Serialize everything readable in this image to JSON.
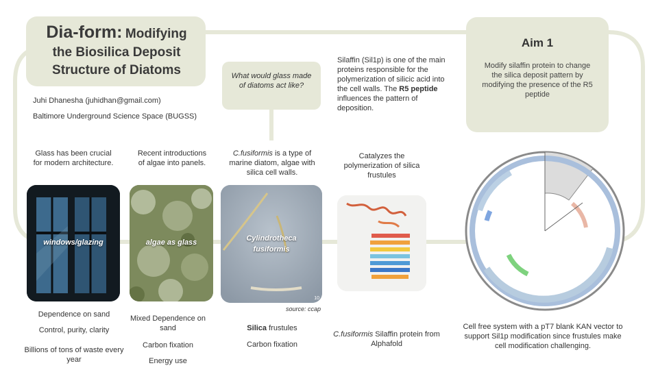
{
  "title": {
    "line1_big": "Dia-form:",
    "line1_rest": "Modifying",
    "line2": "the Biosilica Deposit",
    "line3": "Structure of Diatoms"
  },
  "author": "Juhi Dhanesha (juhidhan@gmail.com)",
  "affiliation": "Baltimore Underground Science Space (BUGSS)",
  "question": "What would glass made of diatoms act like?",
  "silaffin_intro": {
    "pre": "Silaffin (Sil1p) is one of the main proteins responsible for the polymerization of silicic acid into the cell walls. The ",
    "bold": "R5 peptide",
    "post": " influences the pattern of deposition."
  },
  "aim": {
    "title": "Aim 1",
    "text": "Modify silaffin protein to change the silica deposit pattern by modifying the presence of the R5 peptide"
  },
  "col1": {
    "header": "Glass has been crucial for modern architecture.",
    "image_label": "windows/glazing",
    "points": [
      "Dependence on sand",
      "Control, purity, clarity",
      "Billions of tons of waste every year"
    ]
  },
  "col2": {
    "header": "Recent introductions of algae into panels.",
    "image_label": "algae as glass",
    "points": [
      "Mixed Dependence on sand",
      "Carbon fixation",
      "Energy use"
    ]
  },
  "col3": {
    "header_italic": "C.fusiformis",
    "header_rest": " is a type of marine diatom, algae with silica cell walls.",
    "image_label_1": "Cylindrotheca",
    "image_label_2": "fusiformis",
    "source": "source: ccap",
    "scale": "10",
    "point1_bold": "Silica",
    "point1_rest": " frustules",
    "point2": "Carbon fixation"
  },
  "col4": {
    "header": "Catalyzes the polymerization of silica frustules",
    "caption_italic": "C.fusiformis",
    "caption_rest": " Silaffin protein from Alphafold"
  },
  "col5": {
    "caption": "Cell free system with a pT7 blank KAN vector to support Sil1p modification since frustules make cell modification challenging."
  },
  "colors": {
    "frame": "#e6e8d8",
    "box": "#e6e8d8",
    "plasmid_arc": "#a9bfdc",
    "plasmid_ring": "#8a8a8a"
  }
}
